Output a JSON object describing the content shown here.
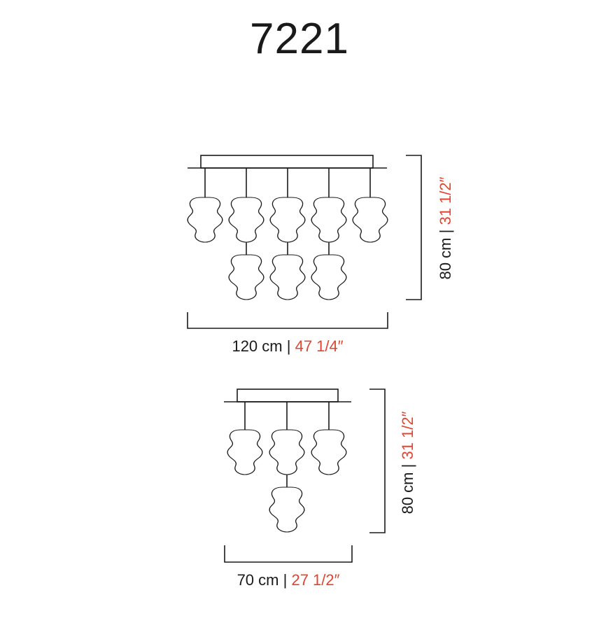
{
  "title": "7221",
  "colors": {
    "line": "#1a1a1a",
    "imperial": "#e2452f"
  },
  "view_large": {
    "width_metric": "120 cm",
    "separator": "|",
    "width_imperial": "47 1/4″",
    "height_metric": "80 cm",
    "height_imperial": "31 1/2″",
    "shade_count": 8
  },
  "view_small": {
    "width_metric": "70 cm",
    "separator": "|",
    "width_imperial": "27 1/2″",
    "height_metric": "80 cm",
    "height_imperial": "31 1/2″",
    "shade_count": 4
  }
}
